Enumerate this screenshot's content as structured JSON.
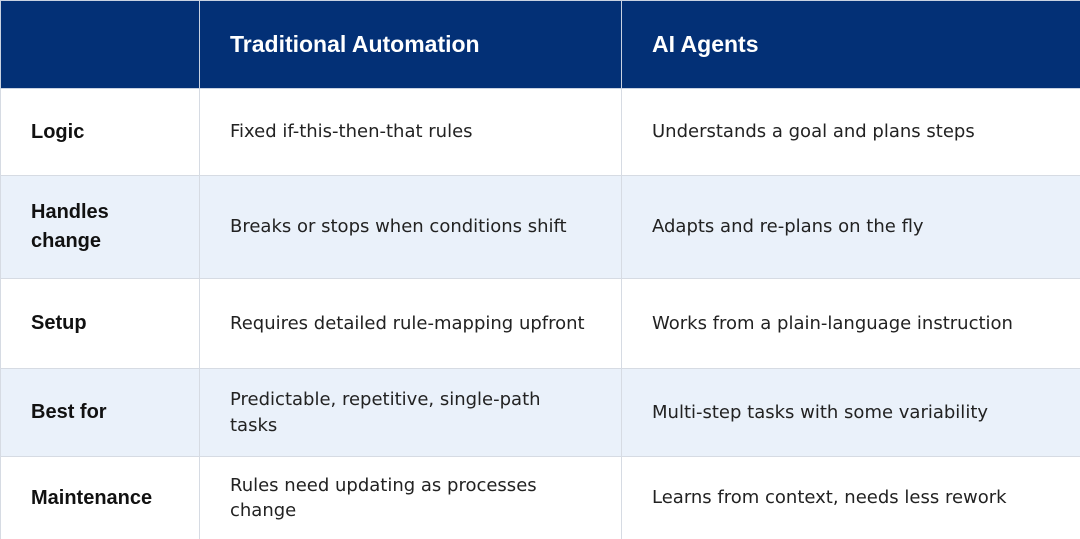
{
  "header": {
    "corner": "",
    "col1": "Traditional Automation",
    "col2": "AI Agents"
  },
  "rows": [
    {
      "label": "Logic",
      "traditional": "Fixed if-this-then-that rules",
      "ai": "Understands a goal and plans steps"
    },
    {
      "label": "Handles change",
      "traditional": "Breaks or stops when conditions shift",
      "ai": "Adapts and re-plans on the fly"
    },
    {
      "label": "Setup",
      "traditional": "Requires detailed rule-mapping upfront",
      "ai": "Works from a plain-language instruction"
    },
    {
      "label": "Best for",
      "traditional": "Predictable, repetitive, single-path tasks",
      "ai": "Multi-step tasks with some variability"
    },
    {
      "label": "Maintenance",
      "traditional": "Rules need updating as processes change",
      "ai": "Learns from context, needs less rework"
    }
  ],
  "colors": {
    "header_bg": "#033076",
    "alt_row_bg": "#eaf1fa",
    "row_bg": "#ffffff",
    "border": "#d6dbe3"
  }
}
